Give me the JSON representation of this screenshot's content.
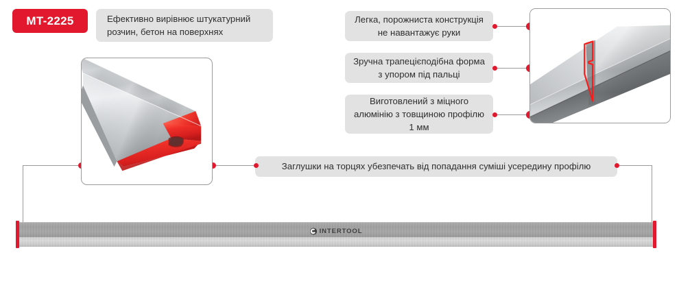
{
  "product": {
    "sku": "MT-2225",
    "brand": "INTERTOOL"
  },
  "intro": {
    "text": "Ефективно вирівнює штукатурний розчин, бетон на поверхнях"
  },
  "features": [
    {
      "id": "light-hollow",
      "text": "Легка, порожниста конструкція не навантажує руки"
    },
    {
      "id": "trapezoid-shape",
      "text": "Зручна трапецієподібна форма з упором під пальці"
    },
    {
      "id": "aluminium-1mm",
      "text": "Виготовлений з міцного алюмінію з товщиною профілю 1 мм"
    }
  ],
  "bottom_feature": {
    "text": "Заглушки на торцях убезпечать від попадання суміші усередину профілю"
  },
  "colors": {
    "accent_red": "#e2192e",
    "callout_bg": "#e2e2e2",
    "text": "#2e2e2e",
    "connector": "#9a9a9a"
  }
}
